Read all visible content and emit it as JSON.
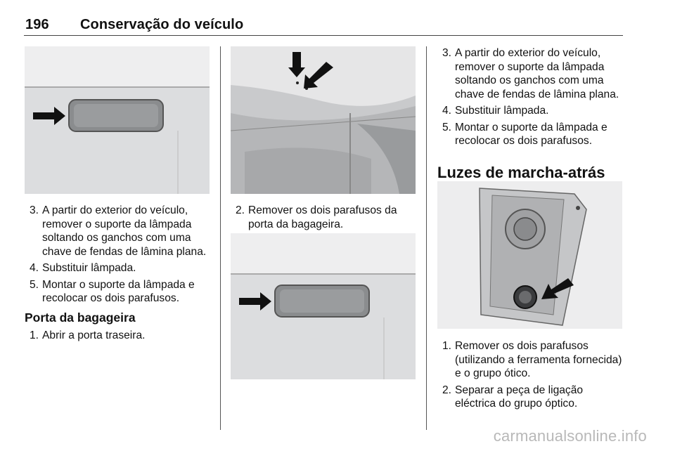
{
  "header": {
    "page_number": "196",
    "title": "Conservação do veículo"
  },
  "col1": {
    "steps": [
      {
        "num": "3.",
        "text": "A partir do exterior do veículo, remover o suporte da lâmpada soltando os ganchos com uma chave de fendas de lâmina plana."
      },
      {
        "num": "4.",
        "text": "Substituir lâmpada."
      },
      {
        "num": "5.",
        "text": "Montar o suporte da lâmpada e recolocar os dois parafusos."
      }
    ],
    "subheading": "Porta da bagageira",
    "steps2": [
      {
        "num": "1.",
        "text": "Abrir a porta traseira."
      }
    ]
  },
  "col2": {
    "steps": [
      {
        "num": "2.",
        "text": "Remover os dois parafusos da porta da bagageira."
      }
    ]
  },
  "col3": {
    "steps": [
      {
        "num": "3.",
        "text": "A partir do exterior do veículo, remover o suporte da lâmpada soltando os ganchos com uma chave de fendas de lâmina plana."
      },
      {
        "num": "4.",
        "text": "Substituir lâmpada."
      },
      {
        "num": "5.",
        "text": "Montar o suporte da lâmpada e recolocar os dois parafusos."
      }
    ],
    "section_heading": "Luzes de marcha-atrás",
    "steps2": [
      {
        "num": "1.",
        "text": "Remover os dois parafusos (utilizando a ferramenta fornecida) e o grupo ótico."
      },
      {
        "num": "2.",
        "text": "Separar a peça de ligação eléctrica do grupo óptico."
      }
    ]
  },
  "footer": {
    "watermark": "carmanualsonline.info"
  },
  "colors": {
    "figure_bg": "#d9dadb",
    "lamp": "#8a8c8e",
    "arrow": "#111111",
    "watermark": "#b8b8b8"
  }
}
